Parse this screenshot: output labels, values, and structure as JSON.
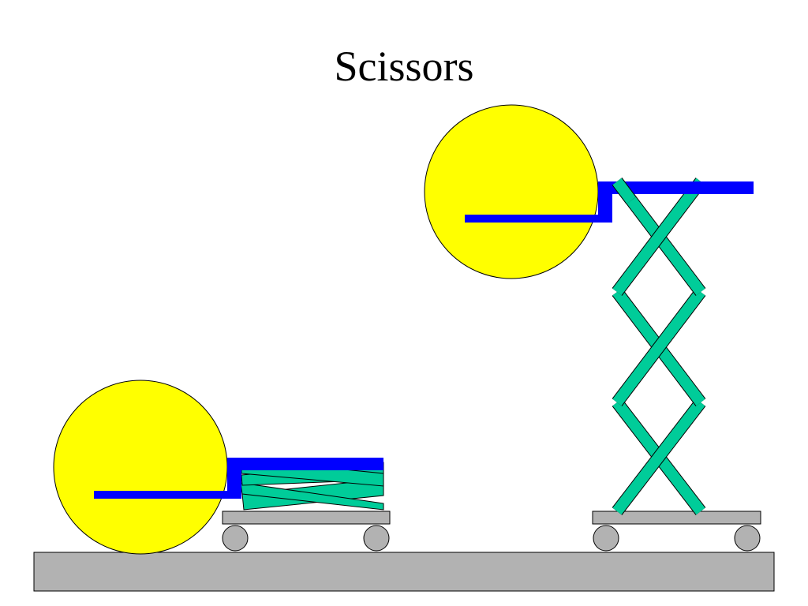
{
  "title": "Scissors",
  "colors": {
    "ball": "#ffff00",
    "arm": "#0000ff",
    "scissor": "#00cc99",
    "platform": "#b2b2b2",
    "outline": "#000000",
    "background": "#ffffff"
  },
  "scenes": [
    {
      "name": "collapsed",
      "state": "lowered"
    },
    {
      "name": "extended",
      "state": "raised"
    }
  ]
}
